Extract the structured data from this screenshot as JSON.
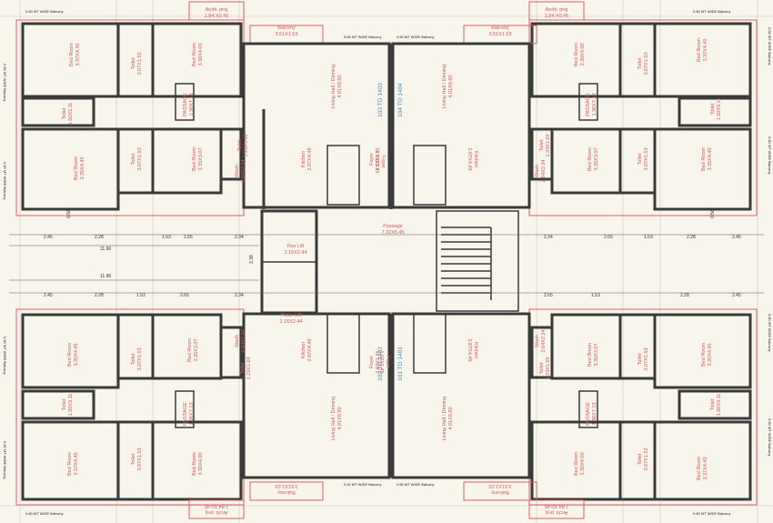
{
  "rooms": {
    "tl_bed1": {
      "name": "Bed Room",
      "size": "3.37X4.45"
    },
    "tl_bed2": {
      "name": "Bed Room",
      "size": "3.30X4.00"
    },
    "tl_toilet1": {
      "name": "Toilet",
      "size": "3.07X1.53"
    },
    "tl_toilet2": {
      "name": "Toilet",
      "size": "1.50X3.11"
    },
    "tl_passage": {
      "name": "PASSAGE",
      "size": "1.36X7.13"
    },
    "tl_bed3": {
      "name": "Bed Room",
      "size": "3.35X4.45"
    },
    "tl_toilet3": {
      "name": "Toilet",
      "size": "3.07X1.53"
    },
    "tl_bed4": {
      "name": "Bed Room",
      "size": "3.35X3.07"
    },
    "tl_toilet4": {
      "name": "Toilet",
      "size": "1.23X1.69"
    },
    "tl_wash": {
      "name": "Wash",
      "size": "2.64X2.34"
    },
    "tl_kitchen": {
      "name": "Kitchen",
      "size": "2.87X4.49"
    },
    "tl_living": {
      "name": "Living Hall / Dinning",
      "size": "4.91X6.90"
    },
    "tl_balcony": {
      "name": "Balcony",
      "size": "3.51X1.03"
    },
    "tl_archi": {
      "name": "Archi. proj",
      "size": "1.84 X0.45"
    },
    "tl_foyer": {
      "name": "Foyer",
      "size": "1.63X1.45"
    },
    "tr_living": {
      "name": "Living Hall / Dinning",
      "size": "4.91X6.90"
    },
    "tr_foyer": {
      "name": "Foyer",
      "size": "1.63X1.45"
    },
    "tr_kitchen": {
      "name": "Kitchen",
      "size": "2.87X4.49"
    },
    "tr_balcony": {
      "name": "Balcony",
      "size": "3.51X1.03"
    },
    "tr_archi": {
      "name": "Archi. proj",
      "size": "1.84 X0.45"
    },
    "tr_bed1": {
      "name": "Bed Room",
      "size": "3.30X4.00"
    },
    "tr_toilet1": {
      "name": "Toilet",
      "size": "3.07X1.53"
    },
    "tr_bed2": {
      "name": "Bed Room",
      "size": "3.37X4.45"
    },
    "tr_passage": {
      "name": "PASSAGE",
      "size": "1.36X7.13"
    },
    "tr_toilet2": {
      "name": "Toilet",
      "size": "1.50X3.11"
    },
    "tr_toilet3": {
      "name": "Toilet",
      "size": "1.23X1.69"
    },
    "tr_wash": {
      "name": "Wash",
      "size": "2.64X2.34"
    },
    "tr_bed3": {
      "name": "Bed Room",
      "size": "3.35X3.07"
    },
    "tr_toilet4": {
      "name": "Toilet",
      "size": "3.07X1.53"
    },
    "tr_bed4": {
      "name": "Bed Room",
      "size": "3.35X4.45"
    },
    "c_passage": {
      "name": "Passage",
      "size": "7.32X5.45"
    },
    "c_firelift": {
      "name": "Fire Lift",
      "size": "2.15X2.44"
    },
    "c_passlift": {
      "name": "Pass. Lift",
      "size": "2.15X2.44"
    },
    "bl_bed1": {
      "name": "Bed Room",
      "size": "3.35X4.45"
    },
    "bl_toilet1": {
      "name": "Toilet",
      "size": "3.07X1.53"
    },
    "bl_bed2": {
      "name": "Bed Room",
      "size": "3.35X3.07"
    },
    "bl_wash": {
      "name": "Wash",
      "size": "2.64X2.34"
    },
    "bl_toilet2": {
      "name": "Toilet",
      "size": "1.23X1.69"
    },
    "bl_kitchen": {
      "name": "Kitchen",
      "size": "2.87X4.49"
    },
    "bl_toilet3": {
      "name": "Toilet",
      "size": "1.50X3.11"
    },
    "bl_passage": {
      "name": "PASSAGE",
      "size": "1.36X7.13"
    },
    "bl_bed3": {
      "name": "Bed Room",
      "size": "3.37X4.45"
    },
    "bl_toilet4": {
      "name": "Toilet",
      "size": "3.07X1.53"
    },
    "bl_bed4": {
      "name": "Bed Room",
      "size": "3.30X4.00"
    },
    "bl_living": {
      "name": "Living Hall / Dinning",
      "size": "4.91X6.90"
    },
    "bl_foyer": {
      "name": "Foyer",
      "size": "1.63X1.45"
    },
    "bl_balcony": {
      "name": "Balcony",
      "size": "3.51X1.03"
    },
    "bl_archi": {
      "name": "Archi. proj",
      "size": "1.84 X0.45"
    },
    "br_living": {
      "name": "Living Hall / Dinning",
      "size": "4.91X6.90"
    },
    "br_foyer": {
      "name": "Foyer",
      "size": "1.63X1.45"
    },
    "br_kitchen": {
      "name": "Kitchen",
      "size": "2.87X4.49"
    },
    "br_wash": {
      "name": "Wash",
      "size": "2.64X2.34"
    },
    "br_toilet1": {
      "name": "Toilet",
      "size": "1.23X1.69"
    },
    "br_bed1": {
      "name": "Bed Room",
      "size": "3.35X3.07"
    },
    "br_toilet2": {
      "name": "Toilet",
      "size": "3.07X1.53"
    },
    "br_bed2": {
      "name": "Bed Room",
      "size": "3.35X4.45"
    },
    "br_passage": {
      "name": "PASSAGE",
      "size": "1.36X7.13"
    },
    "br_toilet3": {
      "name": "Toilet",
      "size": "1.50X3.11"
    },
    "br_bed3": {
      "name": "Bed Room",
      "size": "3.30X4.00"
    },
    "br_toilet4": {
      "name": "Toilet",
      "size": "3.07X1.53"
    },
    "br_bed4": {
      "name": "Bed Room",
      "size": "3.37X4.45"
    },
    "br_balcony": {
      "name": "Balcony",
      "size": "3.51X1.03"
    },
    "br_archi": {
      "name": "Archi. proj",
      "size": "1.84 X0.45"
    }
  },
  "flats": {
    "tl": "103 TO 1403",
    "tr": "104 TO 1404",
    "bl": "102 TO 1402",
    "br": "101 TO 1401"
  },
  "balcony_note": "0.60 MT WIDE Balcony",
  "dimensions": {
    "row_top": [
      "2.45",
      "2.28",
      "1.53",
      "2.65",
      "2.34",
      "2.34",
      "2.65",
      "1.53",
      "2.28",
      "2.45"
    ],
    "total_top": "11.96",
    "total_bottom": "11.96",
    "row_bottom": [
      "2.45",
      "2.28",
      "1.53",
      "2.65",
      "2.34",
      "2.65",
      "1.53",
      "2.28",
      "2.45"
    ],
    "lift_dim": "3.38",
    "side_l": "0.56",
    "side_r": "0.56"
  }
}
